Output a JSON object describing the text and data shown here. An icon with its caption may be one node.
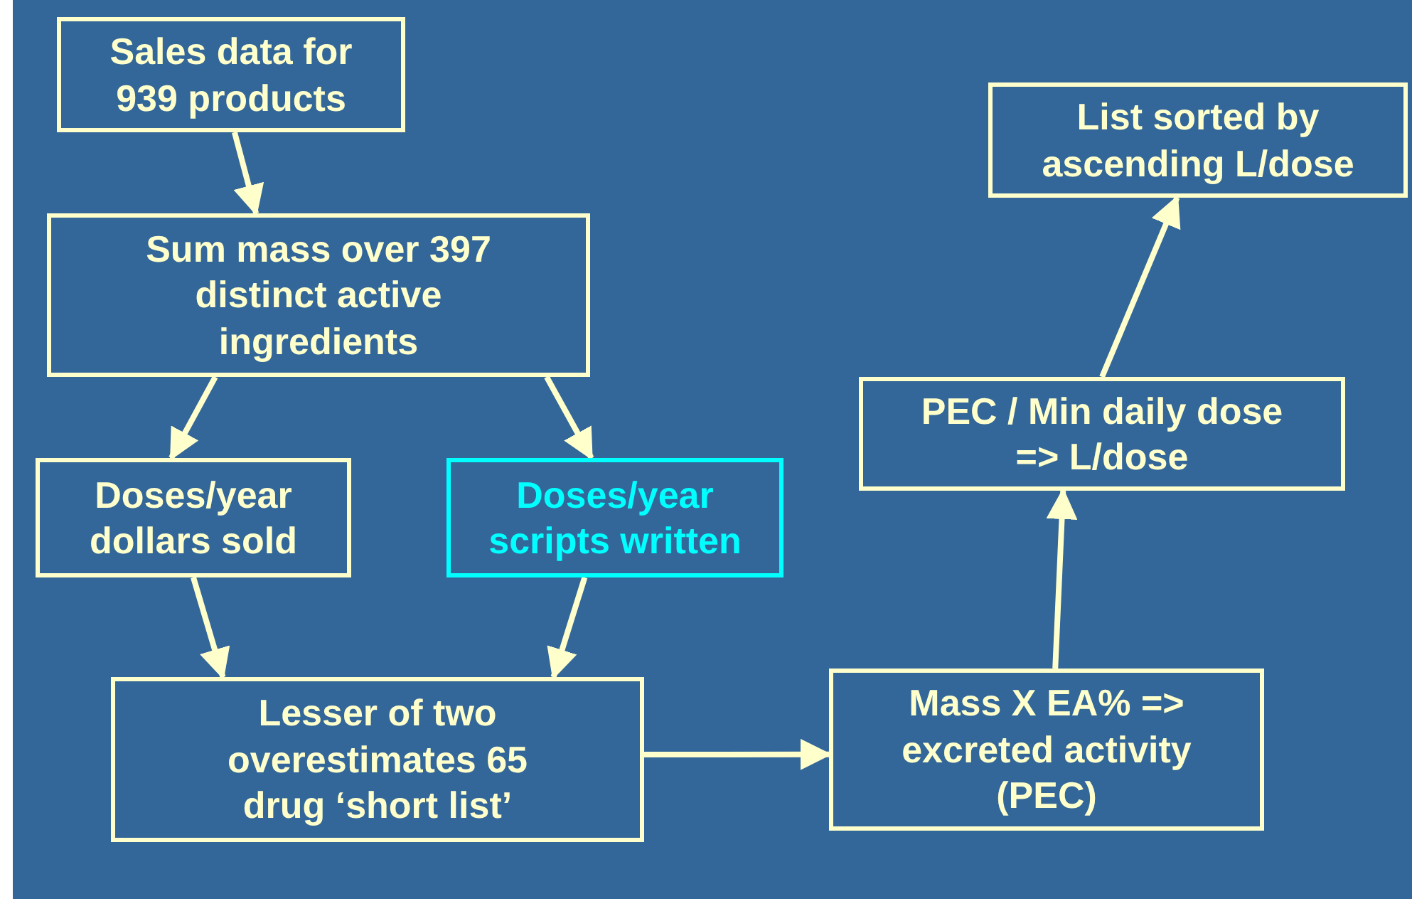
{
  "diagram": {
    "nodes": [
      {
        "text": [
          "Sales data for 939 products"
        ]
      },
      {
        "text": [
          "Sum mass over 397 distinct active ingredients"
        ]
      },
      {
        "text": [
          "Doses/year dollars sold"
        ]
      },
      {
        "text": [
          "Doses/year scripts written"
        ]
      },
      {
        "text": [
          "Lesser of two overestimates 65 drug ‘short list’"
        ]
      },
      {
        "text": [
          "Mass X EA% => excreted activity (PEC)"
        ]
      },
      {
        "text": [
          "PEC / Min daily dose => L/dose"
        ]
      },
      {
        "text": [
          "List sorted by ascending L/dose"
        ]
      }
    ],
    "edges": [
      {
        "from": 0,
        "to": 1,
        "arrow": "to"
      },
      {
        "from": 1,
        "to": 2,
        "arrow": "to"
      },
      {
        "from": 1,
        "to": 3,
        "arrow": "to"
      },
      {
        "from": 2,
        "to": 4,
        "arrow": "to"
      },
      {
        "from": 3,
        "to": 4,
        "arrow": "to"
      },
      {
        "from": 4,
        "to": 5,
        "arrow": "to"
      },
      {
        "from": 5,
        "to": 6,
        "arrow": "to"
      },
      {
        "from": 6,
        "to": 7,
        "arrow": "to"
      }
    ]
  }
}
